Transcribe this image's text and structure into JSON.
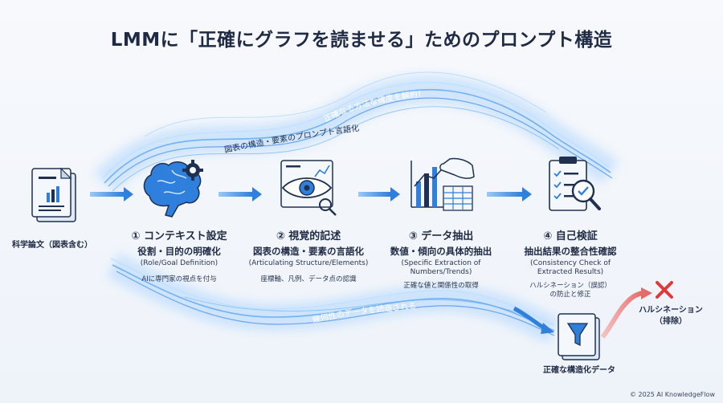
{
  "title": "LMMに「正確にグラフを読ませる」ためのプロンプト構造",
  "input": {
    "label": "科学論文（図表含む）",
    "icon": "document-chart-icon"
  },
  "wave_texts": {
    "top_outer": "正確なる方法な確度を解約！",
    "top_inner": "図表の構造・要素のプロンプト言語化",
    "bottom": "幾何性のデータを読造される"
  },
  "steps": [
    {
      "title": "① コンテキスト設定",
      "sub": "役割・目的の明確化",
      "en": "(Role/Goal Definition)",
      "note": "AIに専門家の視点を付与",
      "icon": "brain-gear-icon"
    },
    {
      "title": "② 視覚的記述",
      "sub": "図表の構造・要素の言語化",
      "en": "(Articulating Structure/Elements)",
      "note": "座標軸、凡例、データ点の認識",
      "icon": "eye-chart-icon"
    },
    {
      "title": "③ データ抽出",
      "sub": "数値・傾向の具体的抽出",
      "en": "(Specific Extraction of Numbers/Trends)",
      "note": "正確な値と関係性の取得",
      "icon": "hand-chart-icon"
    },
    {
      "title": "④ 自己検証",
      "sub": "抽出結果の整合性確認",
      "en": "(Consistency Check of Extracted Results)",
      "note": "ハルシネーション（誤認）の防止と修正",
      "icon": "clipboard-magnifier-icon"
    }
  ],
  "output": {
    "label": "正確な構造化データ",
    "icon": "funnel-document-icon"
  },
  "rejected": {
    "label": "ハルシネーション（排除）",
    "icon": "red-x-icon"
  },
  "copyright": "© 2025 AI KnowledgeFlow",
  "colors": {
    "accent": "#2f7fdc",
    "dark": "#1f3050",
    "glow": "#8cc4ff",
    "reject": "#e0393a"
  }
}
